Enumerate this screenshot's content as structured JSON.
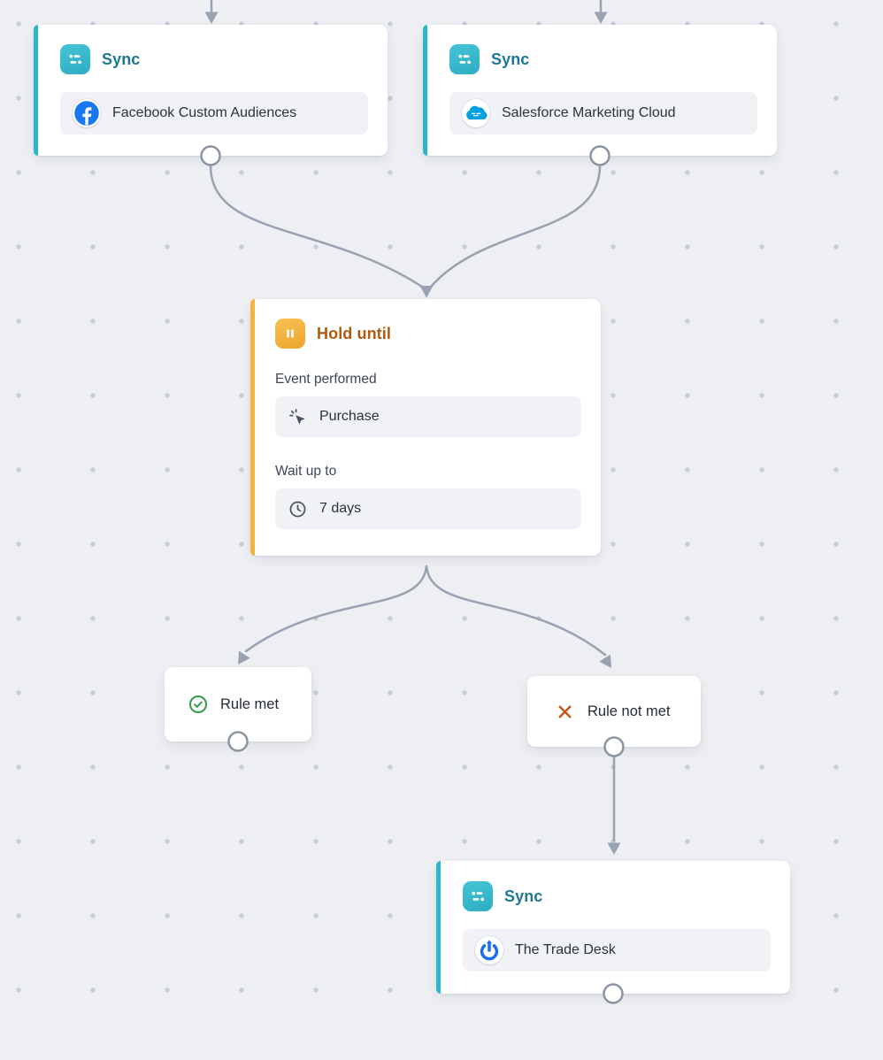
{
  "canvas": {
    "background_color": "#edeff3",
    "dot_color": "#c5ccd6",
    "connector_color": "#99a2b0"
  },
  "nodes": {
    "sync_facebook": {
      "title": "Sync",
      "icon": "sync-icon",
      "accent_color": "#2eb7cb",
      "title_color": "#1e7893",
      "destination": {
        "name": "Facebook Custom Audiences",
        "logo": "facebook-logo"
      }
    },
    "sync_salesforce": {
      "title": "Sync",
      "icon": "sync-icon",
      "accent_color": "#2eb7cb",
      "title_color": "#1e7893",
      "destination": {
        "name": "Salesforce Marketing Cloud",
        "logo": "salesforce-cloud-logo"
      }
    },
    "hold_until": {
      "title": "Hold until",
      "icon": "pause-icon",
      "accent_color": "#f2b43c",
      "title_color": "#b2590f",
      "fields": [
        {
          "label": "Event performed",
          "value": "Purchase",
          "icon": "cursor-click-icon"
        },
        {
          "label": "Wait up to",
          "value": "7 days",
          "icon": "clock-icon"
        }
      ]
    },
    "rule_met": {
      "label": "Rule met",
      "icon": "check-circle-icon",
      "icon_color": "#2d9d4c"
    },
    "rule_not_met": {
      "label": "Rule not met",
      "icon": "x-icon",
      "icon_color": "#c2561c"
    },
    "sync_trade_desk": {
      "title": "Sync",
      "icon": "sync-icon",
      "accent_color": "#2eb7cb",
      "title_color": "#1e7893",
      "destination": {
        "name": "The Trade Desk",
        "logo": "the-trade-desk-logo"
      }
    }
  }
}
